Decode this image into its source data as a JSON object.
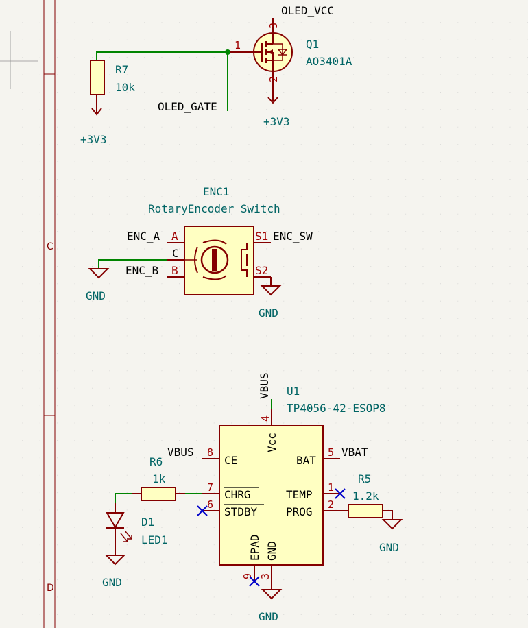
{
  "border_zones": [
    "C",
    "D"
  ],
  "colors": {
    "background": "#f5f4ef",
    "wire": "#008400",
    "symbol_outline": "#840000",
    "symbol_fill": "#ffffc2",
    "pin_line": "#840000",
    "reference_text": "#006464",
    "net_label_text": "#000000",
    "no_connect": "#0000c8",
    "grid_dot": "#c8c8c8"
  },
  "mosfet": {
    "ref": "Q1",
    "value": "AO3401A",
    "pins": {
      "gate": "1",
      "drain": "2",
      "source": "3"
    },
    "drain_net": "OLED_VCC",
    "source_power": "+3V3"
  },
  "resistor_r7": {
    "ref": "R7",
    "value": "10k",
    "power": "+3V3"
  },
  "oled_gate_label": "OLED_GATE",
  "encoder": {
    "ref": "ENC1",
    "value": "RotaryEncoder_Switch",
    "pins": {
      "a": "A",
      "c": "C",
      "b": "B",
      "s1": "S1",
      "s2": "S2"
    },
    "nets": {
      "a": "ENC_A",
      "b": "ENC_B",
      "sw": "ENC_SW"
    },
    "gnd_left": "GND",
    "gnd_right": "GND"
  },
  "charger": {
    "ref": "U1",
    "value": "TP4056-42-ESOP8",
    "vbus_top_label": "VBUS",
    "pins": [
      {
        "num": "4",
        "name": "Vcc"
      },
      {
        "num": "8",
        "name": "CE",
        "net": "VBUS"
      },
      {
        "num": "7",
        "name": "CHRG"
      },
      {
        "num": "6",
        "name": "STDBY"
      },
      {
        "num": "5",
        "name": "BAT",
        "net": "VBAT"
      },
      {
        "num": "1",
        "name": "TEMP"
      },
      {
        "num": "2",
        "name": "PROG"
      },
      {
        "num": "9",
        "name": "EPAD"
      },
      {
        "num": "3",
        "name": "GND"
      }
    ],
    "gnd": "GND"
  },
  "resistor_r6": {
    "ref": "R6",
    "value": "1k"
  },
  "led_d1": {
    "ref": "D1",
    "value": "LED1",
    "gnd": "GND"
  },
  "resistor_r5": {
    "ref": "R5",
    "value": "1.2k",
    "gnd": "GND"
  }
}
